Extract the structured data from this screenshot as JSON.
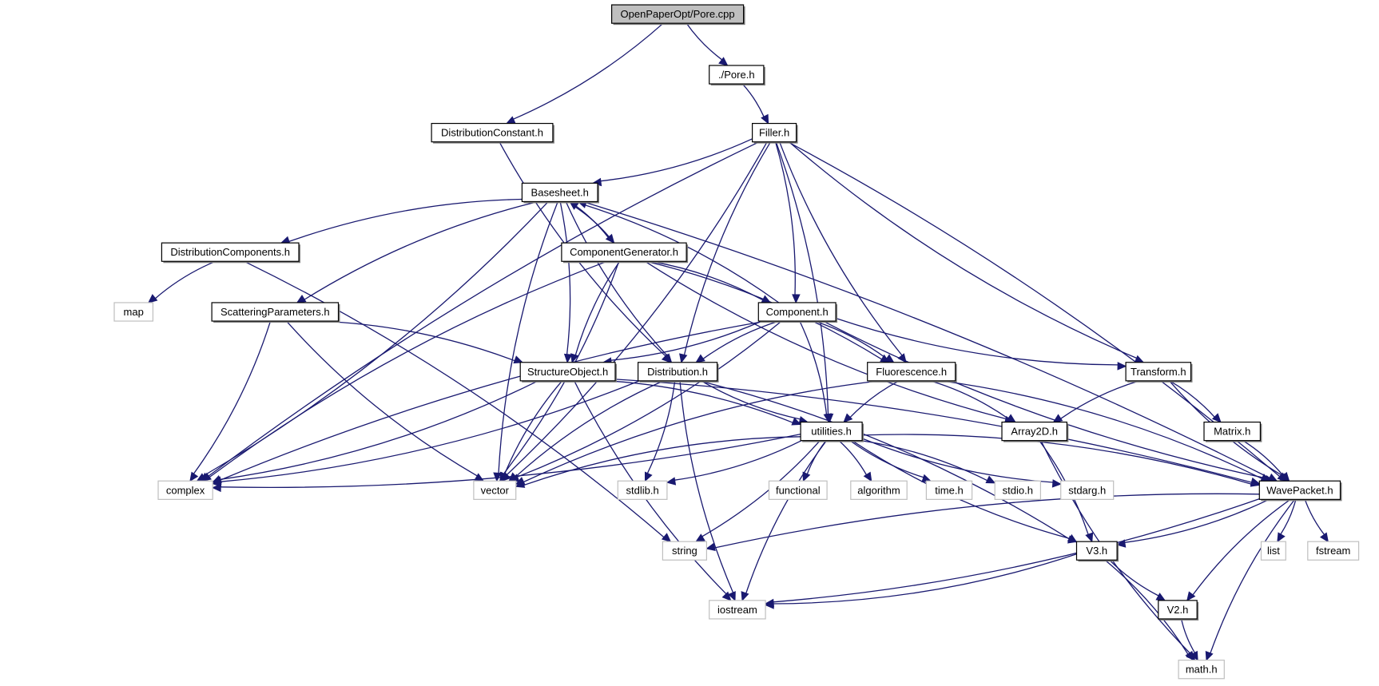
{
  "title": "OpenPaperOpt/Pore.cpp",
  "colors": {
    "edge": "#191970",
    "root_fill": "#bfbfbf",
    "node_border": "#000000",
    "system_border": "#bfbfbf"
  },
  "nodes": [
    {
      "id": "pore_cpp",
      "label": "OpenPaperOpt/Pore.cpp",
      "kind": "root"
    },
    {
      "id": "pore_h",
      "label": "./Pore.h",
      "kind": "project"
    },
    {
      "id": "distconst",
      "label": "DistributionConstant.h",
      "kind": "project"
    },
    {
      "id": "filler",
      "label": "Filler.h",
      "kind": "project"
    },
    {
      "id": "basesheet",
      "label": "Basesheet.h",
      "kind": "project"
    },
    {
      "id": "distcomp",
      "label": "DistributionComponents.h",
      "kind": "project"
    },
    {
      "id": "compgen",
      "label": "ComponentGenerator.h",
      "kind": "project"
    },
    {
      "id": "map",
      "label": "map",
      "kind": "system"
    },
    {
      "id": "scatter",
      "label": "ScatteringParameters.h",
      "kind": "project"
    },
    {
      "id": "component",
      "label": "Component.h",
      "kind": "project"
    },
    {
      "id": "structobj",
      "label": "StructureObject.h",
      "kind": "project"
    },
    {
      "id": "distribution",
      "label": "Distribution.h",
      "kind": "project"
    },
    {
      "id": "fluor",
      "label": "Fluorescence.h",
      "kind": "project"
    },
    {
      "id": "transform",
      "label": "Transform.h",
      "kind": "project"
    },
    {
      "id": "utilities",
      "label": "utilities.h",
      "kind": "project"
    },
    {
      "id": "array2d",
      "label": "Array2D.h",
      "kind": "project"
    },
    {
      "id": "matrix",
      "label": "Matrix.h",
      "kind": "project"
    },
    {
      "id": "complex",
      "label": "complex",
      "kind": "system"
    },
    {
      "id": "vector",
      "label": "vector",
      "kind": "system"
    },
    {
      "id": "stdlib",
      "label": "stdlib.h",
      "kind": "system"
    },
    {
      "id": "functional",
      "label": "functional",
      "kind": "system"
    },
    {
      "id": "algorithm",
      "label": "algorithm",
      "kind": "system"
    },
    {
      "id": "time",
      "label": "time.h",
      "kind": "system"
    },
    {
      "id": "stdio",
      "label": "stdio.h",
      "kind": "system"
    },
    {
      "id": "stdarg",
      "label": "stdarg.h",
      "kind": "system"
    },
    {
      "id": "wavepacket",
      "label": "WavePacket.h",
      "kind": "project"
    },
    {
      "id": "string",
      "label": "string",
      "kind": "system"
    },
    {
      "id": "v3",
      "label": "V3.h",
      "kind": "project"
    },
    {
      "id": "list",
      "label": "list",
      "kind": "system"
    },
    {
      "id": "fstream",
      "label": "fstream",
      "kind": "system"
    },
    {
      "id": "iostream",
      "label": "iostream",
      "kind": "system"
    },
    {
      "id": "v2",
      "label": "V2.h",
      "kind": "project"
    },
    {
      "id": "math",
      "label": "math.h",
      "kind": "system"
    }
  ],
  "edges": [
    [
      "pore_cpp",
      "distconst"
    ],
    [
      "pore_cpp",
      "pore_h"
    ],
    [
      "pore_h",
      "filler"
    ],
    [
      "distconst",
      "distribution"
    ],
    [
      "filler",
      "basesheet"
    ],
    [
      "filler",
      "complex"
    ],
    [
      "filler",
      "vector"
    ],
    [
      "filler",
      "distribution"
    ],
    [
      "filler",
      "component"
    ],
    [
      "filler",
      "fluor"
    ],
    [
      "filler",
      "utilities"
    ],
    [
      "filler",
      "transform"
    ],
    [
      "filler",
      "wavepacket"
    ],
    [
      "basesheet",
      "distcomp"
    ],
    [
      "basesheet",
      "compgen"
    ],
    [
      "basesheet",
      "scatter"
    ],
    [
      "basesheet",
      "complex"
    ],
    [
      "basesheet",
      "vector"
    ],
    [
      "basesheet",
      "structobj"
    ],
    [
      "basesheet",
      "distribution"
    ],
    [
      "basesheet",
      "wavepacket"
    ],
    [
      "distcomp",
      "map"
    ],
    [
      "distcomp",
      "string"
    ],
    [
      "compgen",
      "basesheet"
    ],
    [
      "compgen",
      "component"
    ],
    [
      "compgen",
      "complex"
    ],
    [
      "compgen",
      "vector"
    ],
    [
      "compgen",
      "structobj"
    ],
    [
      "compgen",
      "fluor"
    ],
    [
      "compgen",
      "array2d"
    ],
    [
      "scatter",
      "complex"
    ],
    [
      "scatter",
      "vector"
    ],
    [
      "scatter",
      "structobj"
    ],
    [
      "component",
      "basesheet"
    ],
    [
      "component",
      "structobj"
    ],
    [
      "component",
      "distribution"
    ],
    [
      "component",
      "fluor"
    ],
    [
      "component",
      "transform"
    ],
    [
      "component",
      "utilities"
    ],
    [
      "component",
      "complex"
    ],
    [
      "component",
      "vector"
    ],
    [
      "component",
      "wavepacket"
    ],
    [
      "structobj",
      "complex"
    ],
    [
      "structobj",
      "vector"
    ],
    [
      "structobj",
      "utilities"
    ],
    [
      "structobj",
      "iostream"
    ],
    [
      "structobj",
      "wavepacket"
    ],
    [
      "distribution",
      "utilities"
    ],
    [
      "distribution",
      "complex"
    ],
    [
      "distribution",
      "vector"
    ],
    [
      "distribution",
      "stdlib"
    ],
    [
      "distribution",
      "iostream"
    ],
    [
      "distribution",
      "v3"
    ],
    [
      "fluor",
      "utilities"
    ],
    [
      "fluor",
      "array2d"
    ],
    [
      "fluor",
      "vector"
    ],
    [
      "fluor",
      "wavepacket"
    ],
    [
      "transform",
      "array2d"
    ],
    [
      "transform",
      "matrix"
    ],
    [
      "transform",
      "wavepacket"
    ],
    [
      "utilities",
      "complex"
    ],
    [
      "utilities",
      "vector"
    ],
    [
      "utilities",
      "stdlib"
    ],
    [
      "utilities",
      "functional"
    ],
    [
      "utilities",
      "algorithm"
    ],
    [
      "utilities",
      "time"
    ],
    [
      "utilities",
      "stdio"
    ],
    [
      "utilities",
      "stdarg"
    ],
    [
      "utilities",
      "string"
    ],
    [
      "utilities",
      "iostream"
    ],
    [
      "utilities",
      "wavepacket"
    ],
    [
      "utilities",
      "v3"
    ],
    [
      "array2d",
      "v3"
    ],
    [
      "array2d",
      "math"
    ],
    [
      "matrix",
      "wavepacket"
    ],
    [
      "wavepacket",
      "string"
    ],
    [
      "wavepacket",
      "v3"
    ],
    [
      "wavepacket",
      "v2"
    ],
    [
      "wavepacket",
      "list"
    ],
    [
      "wavepacket",
      "fstream"
    ],
    [
      "wavepacket",
      "iostream"
    ],
    [
      "wavepacket",
      "math"
    ],
    [
      "v3",
      "iostream"
    ],
    [
      "v3",
      "v2"
    ],
    [
      "v3",
      "math"
    ],
    [
      "v2",
      "math"
    ]
  ]
}
